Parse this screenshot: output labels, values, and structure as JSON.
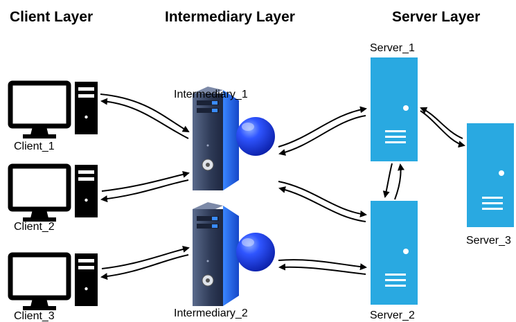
{
  "headers": {
    "client": "Client Layer",
    "intermediary": "Intermediary Layer",
    "server": "Server Layer"
  },
  "clients": [
    {
      "label": "Client_1"
    },
    {
      "label": "Client_2"
    },
    {
      "label": "Client_3"
    }
  ],
  "intermediaries": [
    {
      "label": "Intermediary_1"
    },
    {
      "label": "Intermediary_2"
    }
  ],
  "servers": [
    {
      "label": "Server_1"
    },
    {
      "label": "Server_2"
    },
    {
      "label": "Server_3"
    }
  ],
  "colors": {
    "server": "#29a9e1",
    "monitor": "#000000",
    "intermediary_body": "#3d4a66",
    "intermediary_side": "#2266dd",
    "intermediary_ball": "#1a44ee"
  }
}
